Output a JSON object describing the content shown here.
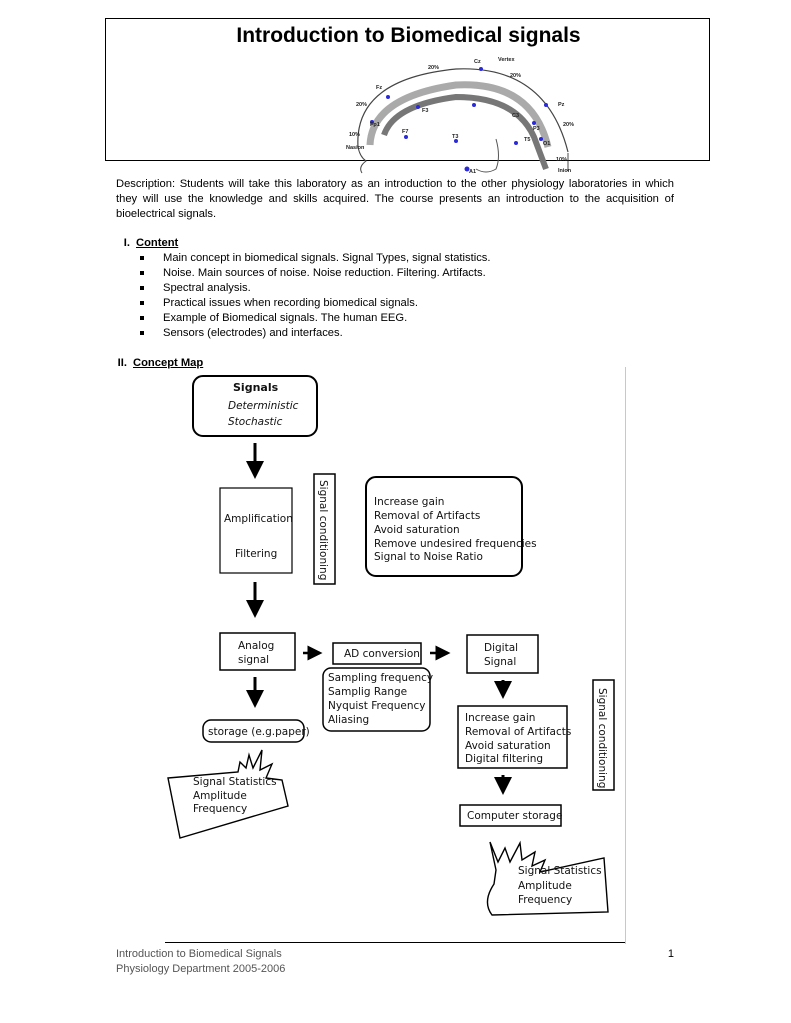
{
  "header": {
    "title": "Introduction to Biomedical signals",
    "figure": {
      "labels": {
        "cz": "Cz",
        "vertex": "Vertex",
        "fz": "Fz",
        "p20a": "20%",
        "p20b": "20%",
        "pz": "Pz",
        "p20c": "20%",
        "p20d": "20%",
        "fp1": "Fp1",
        "f3": "F3",
        "c3": "C3",
        "p3": "P3",
        "f7": "F7",
        "t3": "T3",
        "t5": "T5",
        "o1": "O1",
        "p10a": "10%",
        "p10b": "10%",
        "nasion": "Nasion",
        "a1": "A1",
        "inion": "Inion"
      }
    }
  },
  "description": "Description: Students will take this laboratory as an introduction to the other physiology laboratories in which they will use the knowledge and skills acquired. The course presents an introduction to the acquisition of bioelectrical signals.",
  "sections": {
    "content": {
      "number": "I.",
      "label": "Content",
      "items": [
        "Main concept in biomedical signals. Signal Types, signal statistics.",
        "Noise. Main sources of noise. Noise reduction. Filtering. Artifacts.",
        "Spectral analysis.",
        "Practical issues when recording biomedical signals.",
        "Example of Biomedical signals. The human EEG.",
        "Sensors (electrodes) and interfaces."
      ]
    },
    "concept_map": {
      "number": "II.",
      "label": "Concept Map"
    }
  },
  "concept_map": {
    "signals": {
      "title": "Signals",
      "line1": "Deterministic",
      "line2": "Stochastic"
    },
    "amplification": "Amplification",
    "filtering": "Filtering",
    "signal_conditioning_1": "Signal conditioning",
    "conditioning_list": [
      "Increase gain",
      "Removal of Artifacts",
      "Avoid saturation",
      "Remove undesired frequencies",
      "Signal to Noise Ratio"
    ],
    "analog": [
      "Analog",
      "signal"
    ],
    "ad_conversion": "AD conversion",
    "digital": [
      "Digital",
      "Signal"
    ],
    "sampling_list": [
      "Sampling frequency",
      "Samplig Range",
      "Nyquist Frequency",
      "Aliasing"
    ],
    "storage": "storage (e.g.paper)",
    "digital_list": [
      "Increase gain",
      "Removal of Artifacts",
      "Avoid saturation",
      "Digital filtering"
    ],
    "signal_conditioning_2": "Signal conditioning",
    "statistics_left": [
      "Signal Statistics",
      "Amplitude",
      "Frequency"
    ],
    "computer_storage": "Computer storage",
    "statistics_right": [
      "Signal Statistics",
      "Amplitude",
      "Frequency"
    ]
  },
  "footer": {
    "line1": "Introduction to Biomedical Signals",
    "line2": "Physiology Department 2005-2006",
    "page": "1"
  }
}
